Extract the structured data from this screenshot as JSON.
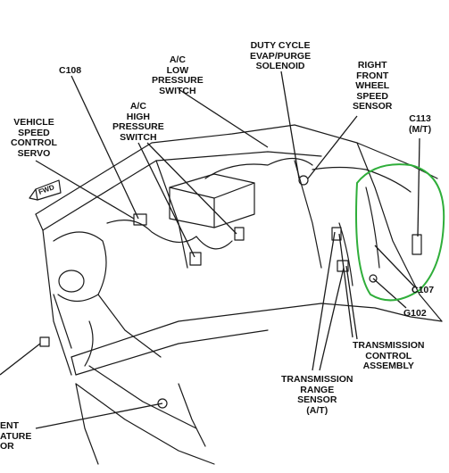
{
  "labels": {
    "c108": "C108",
    "ac_low": "A/C\nLOW\nPRESSURE\nSWITCH",
    "duty_cycle": "DUTY CYCLE\nEVAP/PURGE\nSOLENOID",
    "right_front_wheel": "RIGHT\nFRONT\nWHEEL\nSPEED\nSENSOR",
    "vehicle_speed": "VEHICLE\nSPEED\nCONTROL\nSERVO",
    "ac_high": "A/C\nHIGH\nPRESSURE\nSWITCH",
    "c113": "C113\n(M/T)",
    "fwd": "FWD",
    "c107": "C107",
    "g102": "G102",
    "trans_control": "TRANSMISSION\nCONTROL\nASSEMBLY",
    "trans_range": "TRANSMISSION\nRANGE\nSENSOR\n(A/T)",
    "ambient": "ENT\nATURE\nOR"
  },
  "colors": {
    "line": "#1a1a1a",
    "highlight": "#2fae3a"
  }
}
